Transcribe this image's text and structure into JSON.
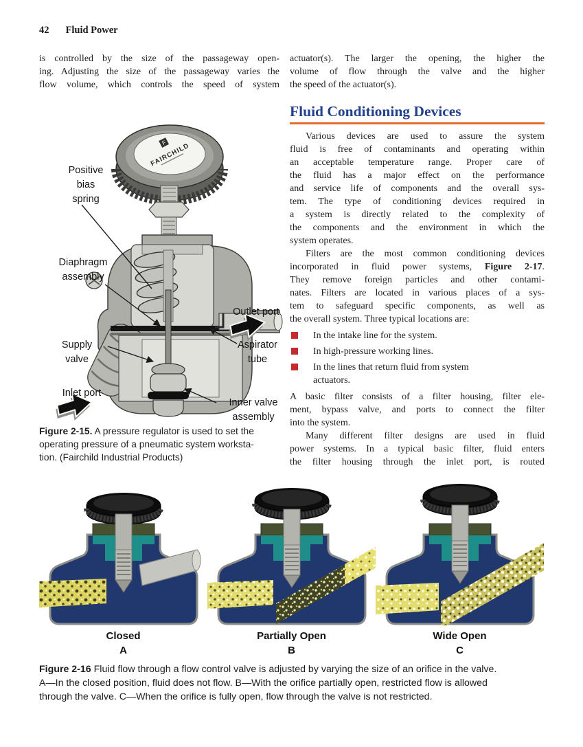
{
  "header": {
    "page_number": "42",
    "running_title": "Fluid Power"
  },
  "left_column": {
    "para1_lines": [
      "is controlled by the size of the passageway open-",
      "ing. Adjusting the size of the passageway varies the",
      "flow volume, which controls the speed of system"
    ]
  },
  "right_column": {
    "para1_lines": [
      "actuator(s). The larger the opening, the higher the",
      "volume of flow through the valve and the higher",
      "the speed of the actuator(s)."
    ],
    "heading": "Fluid Conditioning Devices",
    "para2_lines": [
      "Various devices are used to assure the system",
      "fluid is free of contaminants and operating within",
      "an acceptable temperature range. Proper care of",
      "the fluid has a major effect on the performance",
      "and service life of components and the overall sys-",
      "tem. The type of conditioning devices required in",
      "a system is directly related to the complexity of",
      "the components and the environment in which the",
      "system operates."
    ],
    "para3_lines": [
      "Filters are the most common conditioning devices",
      [
        {
          "t": "incorporated in fluid power systems, "
        },
        {
          "t": "Figure 2-17",
          "b": true
        },
        {
          "t": "."
        }
      ],
      "They remove foreign particles and other contami-",
      "nates. Filters are located in various places of a sys-",
      "tem to safeguard specific components, as well as",
      "the overall system. Three typical locations are:"
    ],
    "bullets": [
      "In the intake line for the system.",
      "In high-pressure working lines.",
      "In the lines that return fluid from system\nactuators."
    ],
    "para4_lines": [
      "A basic filter consists of a filter housing, filter ele-",
      "ment, bypass valve, and ports to connect the filter",
      "into the system."
    ],
    "para5_lines": [
      "Many different filter designs are used in fluid",
      "power systems. In a typical basic filter, fluid enters",
      "the filter housing through the inlet port, is routed"
    ]
  },
  "figure_2_15": {
    "knob_logo": "F",
    "knob_brand": "FAIRCHILD",
    "labels": {
      "positive_bias_spring": "Positive\nbias\nspring",
      "diaphragm_assembly": "Diaphragm\nassembly",
      "outlet_port": "Outlet port",
      "aspirator_tube": "Aspirator\ntube",
      "supply_valve": "Supply\nvalve",
      "inlet_port": "Inlet port",
      "inner_valve_assembly": "Inner valve\nassembly"
    },
    "caption_lines": [
      [
        {
          "t": "Figure 2-15.",
          "b": true
        },
        {
          "t": " A pressure regulator is used to set the"
        }
      ],
      "operating pressure of a pneumatic system worksta-",
      "tion. (Fairchild Industrial Products)"
    ]
  },
  "figure_2_16": {
    "items": [
      {
        "state": "Closed",
        "letter": "A"
      },
      {
        "state": "Partially Open",
        "letter": "B"
      },
      {
        "state": "Wide Open",
        "letter": "C"
      }
    ],
    "caption_lines": [
      [
        {
          "t": "Figure 2-16",
          "b": true
        },
        {
          "t": " Fluid flow through a flow control valve is adjusted by varying the size of an orifice in the valve."
        }
      ],
      "A—In the closed position, fluid does not flow. B—With the orifice partially open, restricted flow is allowed",
      "through the valve. C—When the orifice is fully open, flow through the valve is not restricted."
    ]
  },
  "colors": {
    "heading_blue": "#24418e",
    "rule_orange": "#e8692c",
    "bullet_red": "#c32b30",
    "valve_body_blue": "#21386f",
    "gland_teal": "#1e8e8b",
    "fluid_yellow": "#e6df72",
    "knob_black": "#141414"
  }
}
